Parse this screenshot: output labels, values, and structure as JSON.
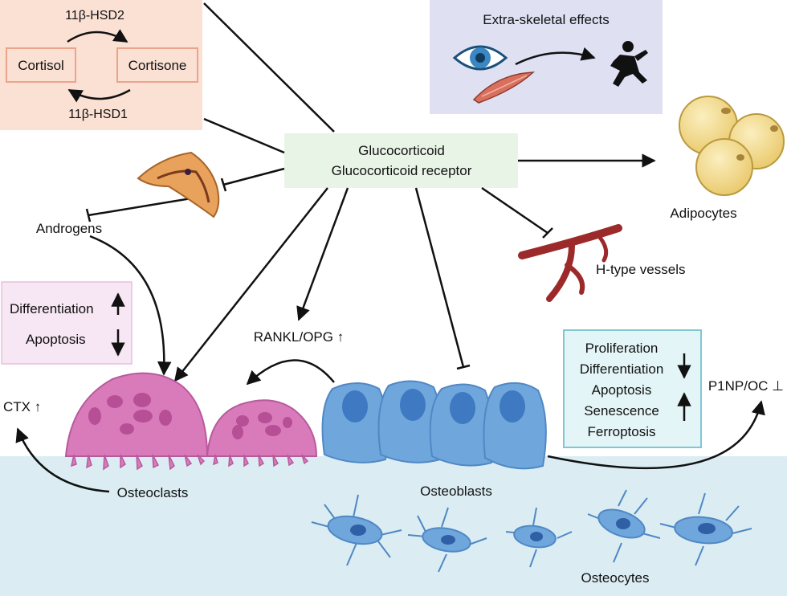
{
  "hsd_box": {
    "enzyme_top": "11β-HSD2",
    "enzyme_bottom": "11β-HSD1",
    "cortisol": "Cortisol",
    "cortisone": "Cortisone"
  },
  "extraskeletal": {
    "title": "Extra-skeletal effects"
  },
  "center": {
    "line1": "Glucocorticoid",
    "line2": "Glucocorticoid receptor"
  },
  "labels": {
    "adipocytes": "Adipocytes",
    "androgens": "Androgens",
    "h_vessels": "H-type vessels",
    "rankl": "RANKL/OPG ↑",
    "ctx": "CTX ↑",
    "p1np": "P1NP/OC ⊥",
    "osteoclasts": "Osteoclasts",
    "osteoblasts": "Osteoblasts",
    "osteocytes": "Osteocytes"
  },
  "osteoclast_box": {
    "item1": "Differentiation",
    "item2": "Apoptosis"
  },
  "osteoblast_box": {
    "item1": "Proliferation",
    "item2": "Differentiation",
    "item3": "Apoptosis",
    "item4": "Senescence",
    "item5": "Ferroptosis"
  },
  "colors": {
    "hsd_bg": "#fbe0d4",
    "hsd_border": "#e9a58c",
    "extra_bg": "#dfe1f3",
    "center_bg": "#e8f4e6",
    "oc_box_bg": "#f7e6f3",
    "ob_box_bg": "#e4f5f7",
    "ob_box_border": "#7fc8d3",
    "bone": "#dbedf3",
    "osteoclast": "#d97bbb",
    "osteoblast": "#6fa6dc",
    "adipocyte": "#f4dc8a",
    "vessel": "#9c2a2a"
  }
}
